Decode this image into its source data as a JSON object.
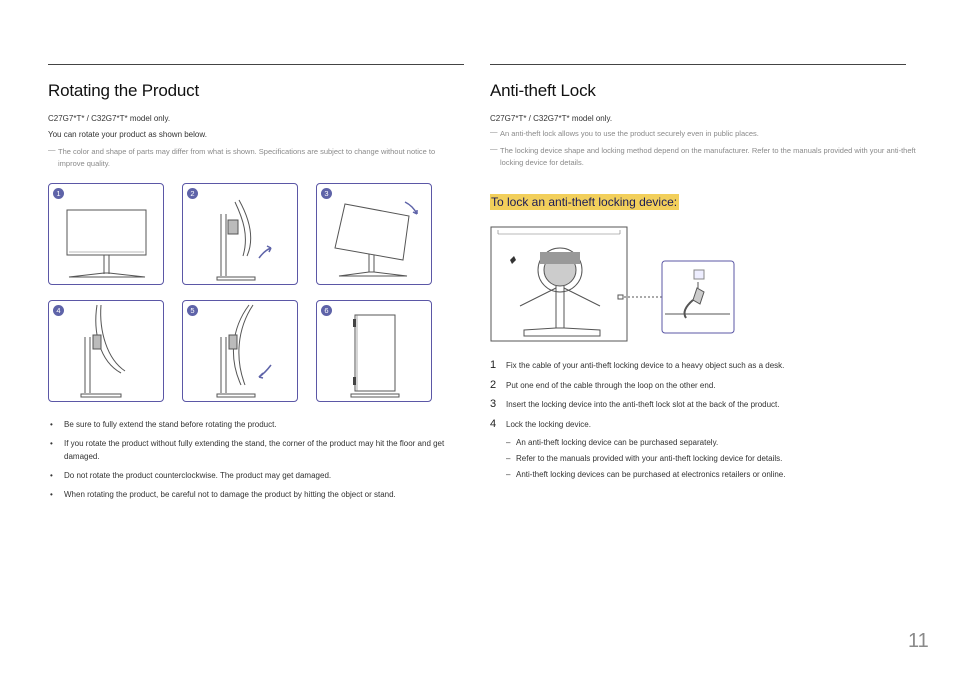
{
  "left": {
    "title": "Rotating the Product",
    "model": "C27G7*T* / C32G7*T* model only.",
    "intro": "You can rotate your product as shown below.",
    "note_dash": "―",
    "note": "The color and shape of parts may differ from what is shown. Specifications are subject to change without notice to improve quality.",
    "figures": [
      "1",
      "2",
      "3",
      "4",
      "5",
      "6"
    ],
    "bullets": [
      "Be sure to fully extend the stand before rotating the product.",
      "If you rotate the product without fully extending the stand, the corner of the product may hit the floor and get damaged.",
      "Do not rotate the product counterclockwise. The product may get damaged.",
      "When rotating the product, be careful not to damage the product by hitting the object or stand."
    ]
  },
  "right": {
    "title": "Anti-theft Lock",
    "model": "C27G7*T* / C32G7*T* model only.",
    "note_dash": "―",
    "notes": [
      "An anti-theft lock allows you to use the product securely even in public places.",
      "The locking device shape and locking method depend on the manufacturer. Refer to the manuals provided with your anti-theft locking device for details."
    ],
    "subheading": "To lock an anti-theft locking device:",
    "steps": [
      {
        "num": "1",
        "text": "Fix the cable of your anti-theft locking device to a heavy object such as a desk."
      },
      {
        "num": "2",
        "text": "Put one end of the cable through the loop on the other end."
      },
      {
        "num": "3",
        "text": "Insert the locking device into the anti-theft lock slot at the back of the product."
      },
      {
        "num": "4",
        "text": "Lock the locking device."
      }
    ],
    "sub_dash": "–",
    "sub_items": [
      "An anti-theft locking device can be purchased separately.",
      "Refer to the manuals provided with your anti-theft locking device for details.",
      "Anti-theft locking devices can be purchased at electronics retailers or online."
    ]
  },
  "page_number": "11",
  "colors": {
    "accent": "#5e63a8",
    "highlight": "#f2cf5b",
    "frame": "#5b57a6"
  }
}
